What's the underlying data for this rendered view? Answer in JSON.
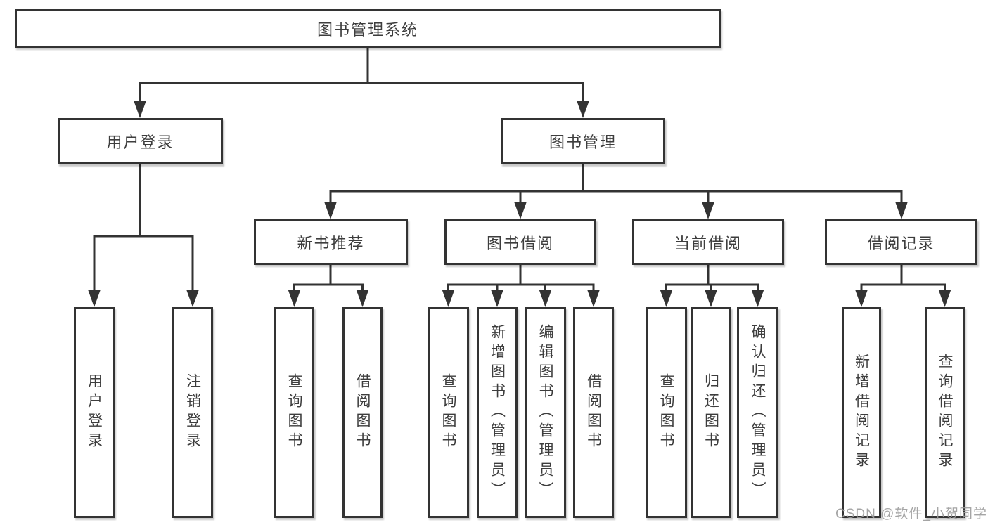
{
  "diagram": {
    "root": {
      "label": "图书管理系统"
    },
    "branches": {
      "user_login": {
        "label": "用户登录",
        "children": [
          {
            "label": "用户登录"
          },
          {
            "label": "注销登录"
          }
        ]
      },
      "book_management": {
        "label": "图书管理",
        "sections": [
          {
            "label": "新书推荐",
            "children": [
              {
                "label": "查询图书"
              },
              {
                "label": "借阅图书"
              }
            ]
          },
          {
            "label": "图书借阅",
            "children": [
              {
                "label": "查询图书"
              },
              {
                "label": "新增图书（管理员）"
              },
              {
                "label": "编辑图书（管理员）"
              },
              {
                "label": "借阅图书"
              }
            ]
          },
          {
            "label": "当前借阅",
            "children": [
              {
                "label": "查询图书"
              },
              {
                "label": "归还图书"
              },
              {
                "label": "确认归还（管理员）"
              }
            ]
          },
          {
            "label": "借阅记录",
            "children": [
              {
                "label": "新增借阅记录"
              },
              {
                "label": "查询借阅记录"
              }
            ]
          }
        ]
      }
    }
  },
  "watermark": {
    "text": "CSDN @软件_小贺同学"
  },
  "colors": {
    "line": "#333333",
    "text": "#3d3d3d",
    "background": "#ffffff",
    "watermark": "#9c9c9c"
  }
}
